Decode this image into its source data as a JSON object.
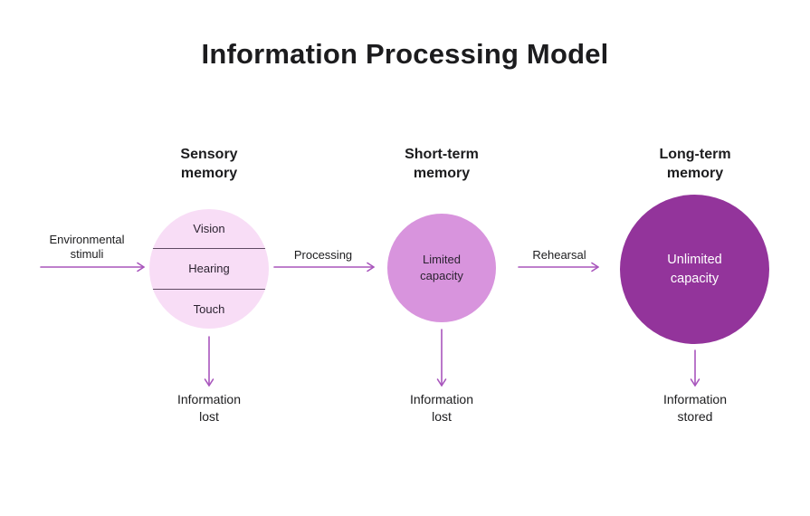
{
  "title": "Information Processing Model",
  "colors": {
    "arrow": "#A855BC",
    "sensory_fill": "#F8DDF6",
    "short_term_fill": "#D894DD",
    "long_term_fill": "#93349B",
    "divider": "#5F4A63",
    "text": "#1C1C1E",
    "circle_text_dark": "#2B2230",
    "circle_text_light": "#FFFFFF"
  },
  "input_stimulus": {
    "label": "Environmental\nstimuli"
  },
  "stages": [
    {
      "heading": "Sensory\nmemory",
      "senses": [
        "Vision",
        "Hearing",
        "Touch"
      ],
      "outcome": "Information\nlost"
    },
    {
      "heading": "Short-term\nmemory",
      "capacity": "Limited\ncapacity",
      "outcome": "Information\nlost"
    },
    {
      "heading": "Long-term\nmemory",
      "capacity": "Unlimited\ncapacity",
      "outcome": "Information\nstored"
    }
  ],
  "transitions": [
    {
      "label": "Processing"
    },
    {
      "label": "Rehearsal"
    }
  ]
}
